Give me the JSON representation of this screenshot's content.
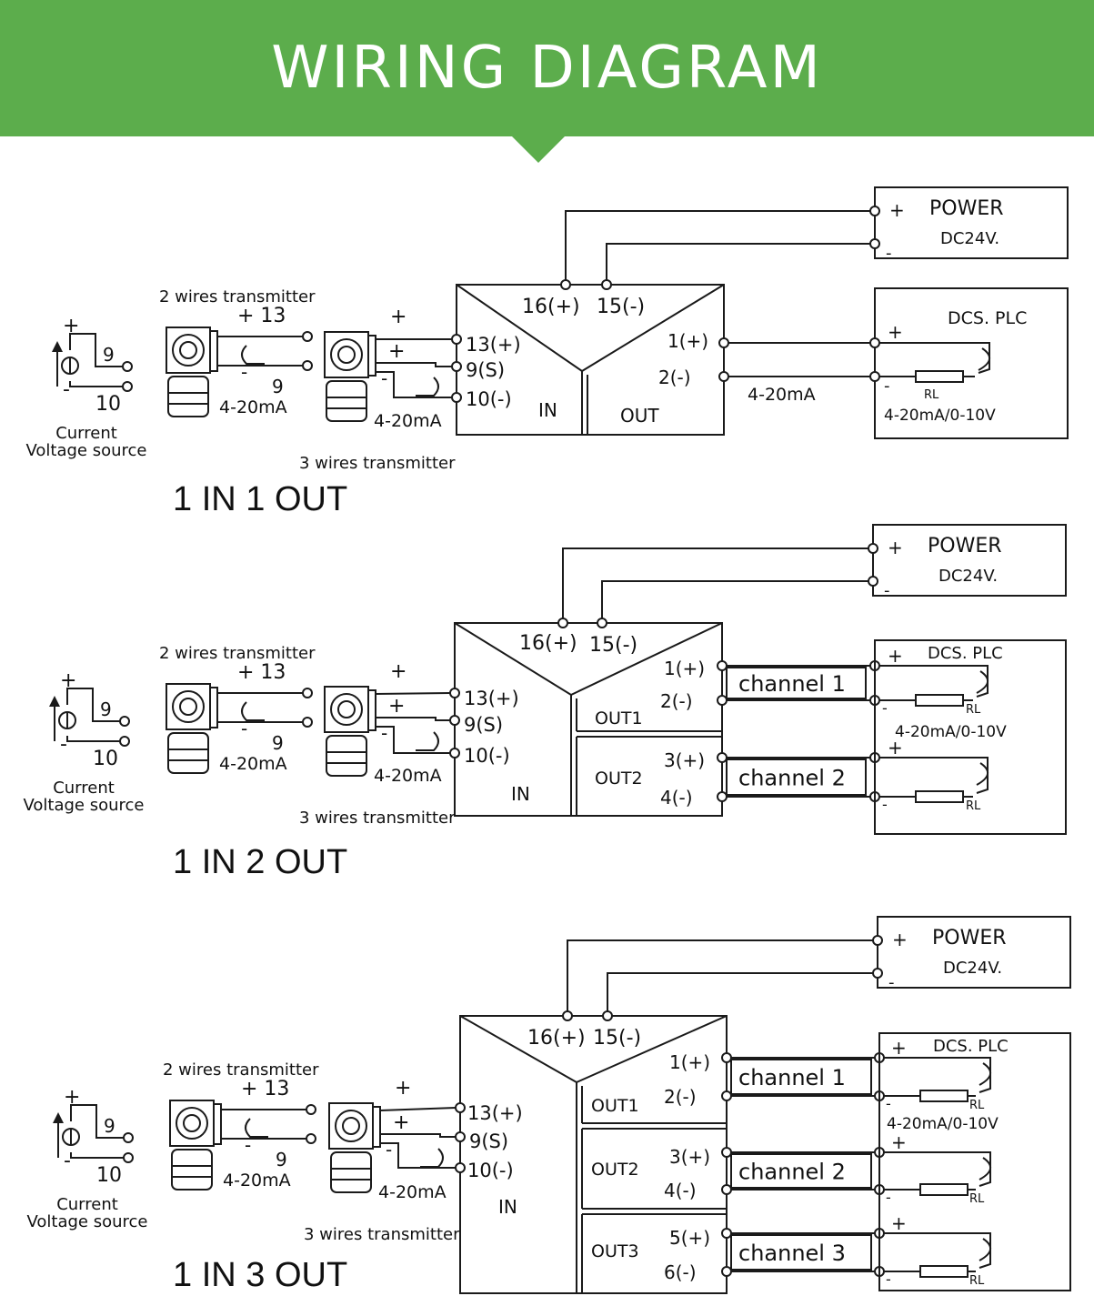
{
  "header": {
    "title": "WIRING DIAGRAM"
  },
  "sections": [
    {
      "title": "1 IN 1 OUT",
      "power": {
        "title": "POWER",
        "voltage": "DC24V.",
        "plus": "+",
        "minus": "-"
      },
      "module": {
        "power_plus": "16(+)",
        "power_minus": "15(-)",
        "in_label": "IN",
        "out_label": "OUT",
        "in_terms": [
          "13(+)",
          "9(S)",
          "10(-)"
        ],
        "out_terms": [
          "1(+)",
          "2(-)"
        ]
      },
      "source": {
        "plus": "+",
        "minus": "-",
        "t9": "9",
        "t10": "10",
        "label1": "Current",
        "label2": "Voltage source"
      },
      "two_wire": {
        "label": "2 wires transmitter",
        "plus13": "+ 13",
        "minus9": "-",
        "nine": "9",
        "signal": "4-20mA"
      },
      "three_wire": {
        "label": "3 wires transmitter",
        "plus_a": "+",
        "plus_b": "+",
        "minus": "-",
        "signal": "4-20mA"
      },
      "line_signal": "4-20mA",
      "dcs": {
        "title": "DCS. PLC",
        "plus": "+",
        "minus": "-",
        "rl": "RL",
        "range": "4-20mA/0-10V"
      }
    },
    {
      "title": "1 IN 2 OUT",
      "power": {
        "title": "POWER",
        "voltage": "DC24V.",
        "plus": "+",
        "minus": "-"
      },
      "module": {
        "power_plus": "16(+)",
        "power_minus": "15(-)",
        "in_label": "IN",
        "in_terms": [
          "13(+)",
          "9(S)",
          "10(-)"
        ],
        "outs": [
          {
            "label": "OUT1",
            "terms": [
              "1(+)",
              "2(-)"
            ]
          },
          {
            "label": "OUT2",
            "terms": [
              "3(+)",
              "4(-)"
            ]
          }
        ]
      },
      "source": {
        "plus": "+",
        "minus": "-",
        "t9": "9",
        "t10": "10",
        "label1": "Current",
        "label2": "Voltage source"
      },
      "two_wire": {
        "label": "2 wires transmitter",
        "plus13": "+ 13",
        "minus9": "-",
        "nine": "9",
        "signal": "4-20mA"
      },
      "three_wire": {
        "label": "3 wires transmitter",
        "plus_a": "+",
        "plus_b": "+",
        "minus": "-",
        "signal": "4-20mA"
      },
      "channels": [
        "channel 1",
        "channel 2"
      ],
      "dcs": {
        "title": "DCS. PLC",
        "plus": "+",
        "minus": "-",
        "rl": "RL",
        "range": "4-20mA/0-10V"
      }
    },
    {
      "title": "1 IN 3 OUT",
      "power": {
        "title": "POWER",
        "voltage": "DC24V.",
        "plus": "+",
        "minus": "-"
      },
      "module": {
        "power_plus": "16(+)",
        "power_minus": "15(-)",
        "in_label": "IN",
        "in_terms": [
          "13(+)",
          "9(S)",
          "10(-)"
        ],
        "outs": [
          {
            "label": "OUT1",
            "terms": [
              "1(+)",
              "2(-)"
            ]
          },
          {
            "label": "OUT2",
            "terms": [
              "3(+)",
              "4(-)"
            ]
          },
          {
            "label": "OUT3",
            "terms": [
              "5(+)",
              "6(-)"
            ]
          }
        ]
      },
      "source": {
        "plus": "+",
        "minus": "-",
        "t9": "9",
        "t10": "10",
        "label1": "Current",
        "label2": "Voltage source"
      },
      "two_wire": {
        "label": "2 wires transmitter",
        "plus13": "+ 13",
        "minus9": "-",
        "nine": "9",
        "signal": "4-20mA"
      },
      "three_wire": {
        "label": "3 wires transmitter",
        "plus_a": "+",
        "plus_b": "+",
        "minus": "-",
        "signal": "4-20mA"
      },
      "channels": [
        "channel 1",
        "channel 2",
        "channel 3"
      ],
      "dcs": {
        "title": "DCS. PLC",
        "plus": "+",
        "minus": "-",
        "rl": "RL",
        "range": "4-20mA/0-10V"
      }
    }
  ],
  "colors": {
    "banner": "#5cad4c",
    "banner_text": "#ffffff",
    "line": "#1a1a1a"
  }
}
